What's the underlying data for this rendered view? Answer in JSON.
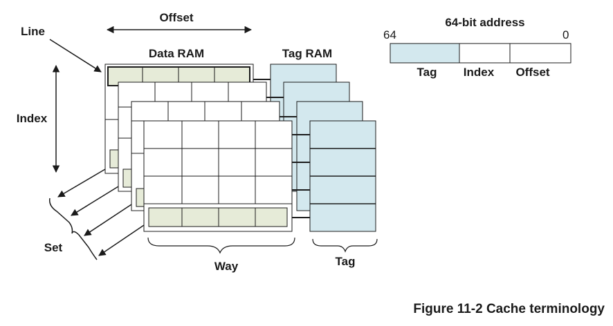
{
  "labels": {
    "offset": "Offset",
    "line": "Line",
    "data_ram": "Data RAM",
    "tag_ram": "Tag RAM",
    "index": "Index",
    "set": "Set",
    "way": "Way",
    "tag": "Tag"
  },
  "address": {
    "title": "64-bit address",
    "msb": "64",
    "lsb": "0",
    "fields": [
      "Tag",
      "Index",
      "Offset"
    ]
  },
  "caption": "Figure 11-2 Cache terminology",
  "colors": {
    "tag_fill": "#d3e8ee",
    "line_fill": "#e6ebd8",
    "stroke": "#1a1a1a",
    "background": "#ffffff"
  }
}
